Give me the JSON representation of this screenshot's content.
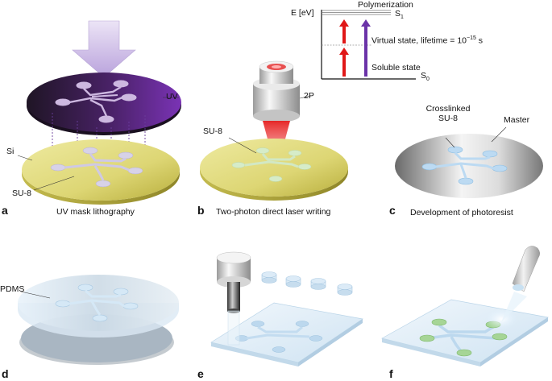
{
  "panels": {
    "a": {
      "letter": "a",
      "caption": "UV mask lithography",
      "labels": {
        "uv": "UV",
        "si": "Si",
        "su8": "SU-8"
      }
    },
    "b": {
      "letter": "b",
      "caption": "Two-photon direct laser writing",
      "labels": {
        "twop": "2P",
        "su8": "SU-8"
      }
    },
    "c": {
      "letter": "c",
      "caption": "Development of photoresist",
      "labels": {
        "crosslinked_1": "Crosslinked",
        "crosslinked_2": "SU-8",
        "master": "Master"
      }
    },
    "d": {
      "letter": "d",
      "labels": {
        "pdms": "PDMS"
      }
    },
    "e": {
      "letter": "e"
    },
    "f": {
      "letter": "f"
    }
  },
  "energy_diagram": {
    "y_axis_label": "E [eV]",
    "top_label": "Polymerization",
    "s1_label": "S",
    "s1_sub": "1",
    "s0_label": "S",
    "s0_sub": "0",
    "virtual_prefix": "Virtual state, lifetime = 10",
    "virtual_exp": "−15",
    "virtual_suffix": " s",
    "soluble_label": "Soluble state"
  },
  "colors": {
    "uv_arrow": "#c9b8e6",
    "mask_dark": "#2a1a3a",
    "mask_purple": "#6a2d9c",
    "si_yellow": "#e6e08a",
    "red_arrow": "#e02020",
    "purple_arrow": "#7a3fb0",
    "channel_blue": "#bfe0f5",
    "green_insert": "#a8d89a"
  }
}
